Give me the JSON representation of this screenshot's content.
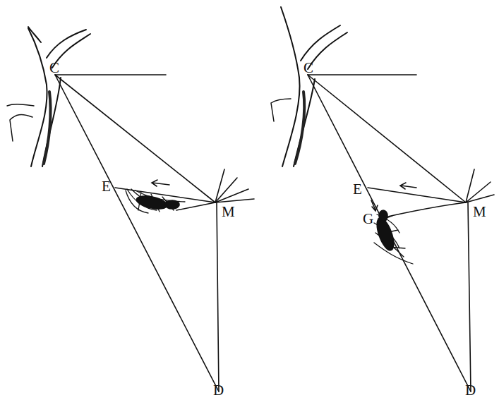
{
  "diagram": {
    "labels": [
      "C",
      "E",
      "M",
      "D",
      "C",
      "E",
      "G",
      "M",
      "D"
    ]
  }
}
